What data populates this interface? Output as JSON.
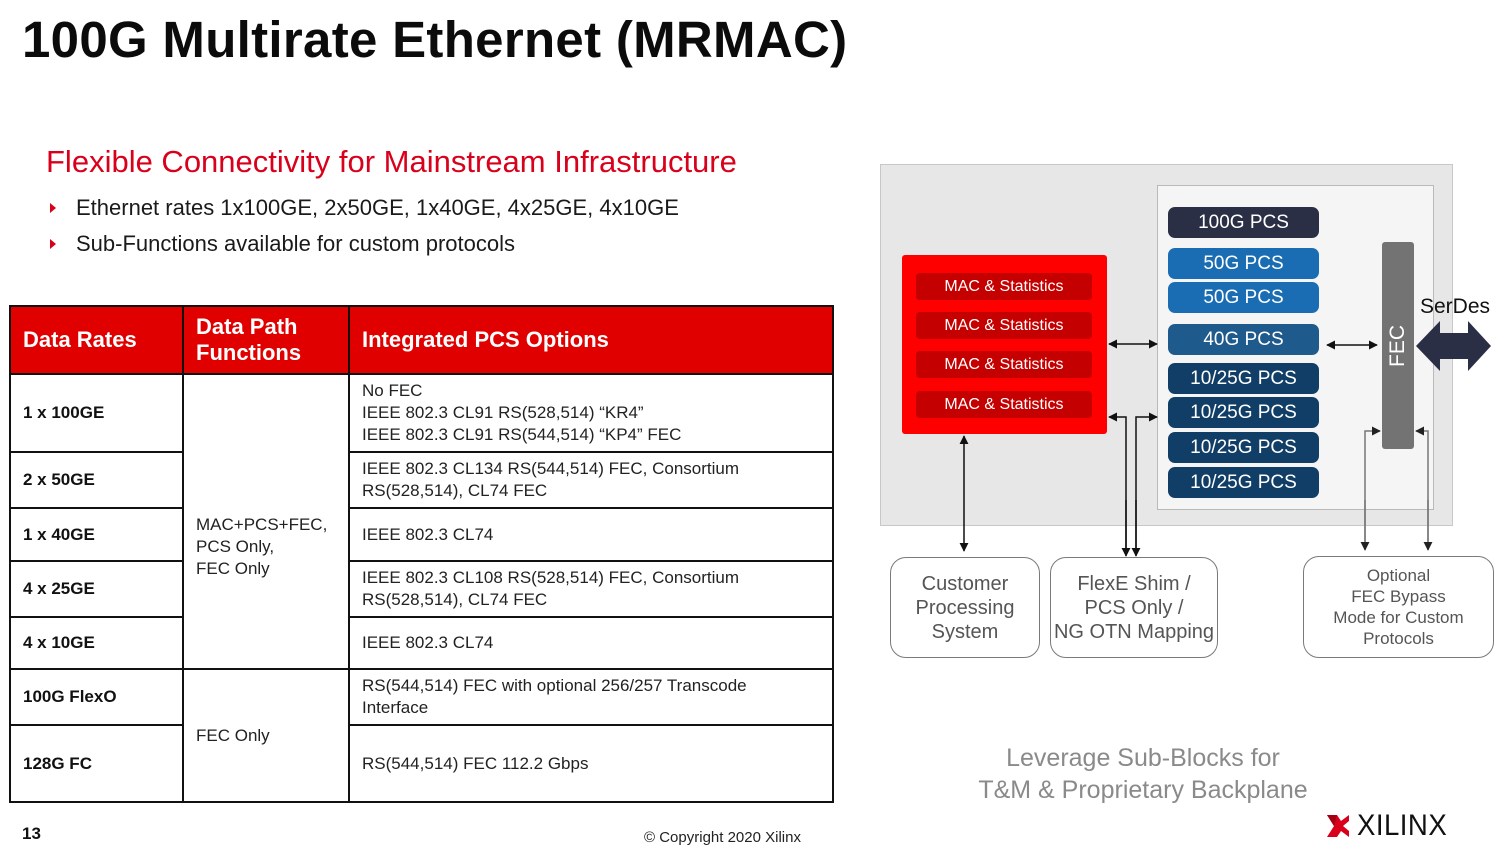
{
  "slide": {
    "title": "100G Multirate Ethernet (MRMAC)",
    "subtitle": "Flexible Connectivity for Mainstream Infrastructure",
    "bullets": [
      "Ethernet rates 1x100GE, 2x50GE, 1x40GE, 4x25GE, 4x10GE",
      "Sub-Functions available for custom protocols"
    ],
    "page_number": "13",
    "copyright": "© Copyright 2020 Xilinx",
    "logo_text": "XILINX",
    "accent_color": "#d9001b"
  },
  "table": {
    "headers": [
      "Data Rates",
      "Data Path Functions",
      "Integrated PCS Options"
    ],
    "header_lines": {
      "data_path": [
        "Data Path",
        "Functions"
      ]
    },
    "rows": [
      {
        "rate": "1 x 100GE",
        "options": [
          "No FEC",
          "IEEE 802.3 CL91 RS(528,514) “KR4”",
          "IEEE 802.3 CL91 RS(544,514) “KP4” FEC"
        ]
      },
      {
        "rate": "2 x 50GE",
        "options": [
          "IEEE 802.3 CL134 RS(544,514) FEC, Consortium",
          "RS(528,514), CL74 FEC"
        ]
      },
      {
        "rate": "1 x 40GE",
        "options": [
          "IEEE 802.3 CL74"
        ]
      },
      {
        "rate": "4 x 25GE",
        "options": [
          "IEEE 802.3 CL108 RS(528,514) FEC, Consortium",
          "RS(528,514), CL74 FEC"
        ]
      },
      {
        "rate": "4 x 10GE",
        "options": [
          "IEEE 802.3 CL74"
        ]
      },
      {
        "rate": "100G FlexO",
        "options": [
          "RS(544,514) FEC with optional 256/257 Transcode",
          "Interface"
        ]
      },
      {
        "rate": "128G FC",
        "options": [
          "RS(544,514) FEC 112.2 Gbps"
        ]
      }
    ],
    "function_groups": [
      {
        "lines": [
          "MAC+PCS+FEC,",
          "PCS Only,",
          "FEC Only"
        ]
      },
      {
        "lines": [
          "FEC Only"
        ]
      }
    ],
    "header_color": "#e00000"
  },
  "diagram": {
    "mac_blocks": [
      "MAC & Statistics",
      "MAC & Statistics",
      "MAC & Statistics",
      "MAC & Statistics"
    ],
    "pcs_blocks": [
      {
        "label": "100G PCS",
        "color": "#2b2f45"
      },
      {
        "label": "50G PCS",
        "color": "#1a6db3"
      },
      {
        "label": "50G PCS",
        "color": "#1a6db3"
      },
      {
        "label": "40G PCS",
        "color": "#1f5a8d"
      },
      {
        "label": "10/25G PCS",
        "color": "#113e66"
      },
      {
        "label": "10/25G PCS",
        "color": "#113e66"
      },
      {
        "label": "10/25G PCS",
        "color": "#113e66"
      },
      {
        "label": "10/25G PCS",
        "color": "#113e66"
      }
    ],
    "fec_label": "FEC",
    "serdes_label": "SerDes",
    "external_blocks": [
      {
        "lines": [
          "Customer",
          "Processing",
          "System"
        ]
      },
      {
        "lines": [
          "FlexE Shim /",
          "PCS Only /",
          "NG OTN Mapping"
        ]
      },
      {
        "lines": [
          "Optional",
          "FEC Bypass",
          "Mode for Custom",
          "Protocols"
        ]
      }
    ],
    "caption_lines": [
      "Leverage Sub-Blocks for",
      "T&M & Proprietary Backplane"
    ],
    "mac_color": "#ff0000",
    "mac_inner_color": "#c40000",
    "fec_color": "#737373",
    "serdes_arrow_color": "#2b2f45"
  }
}
